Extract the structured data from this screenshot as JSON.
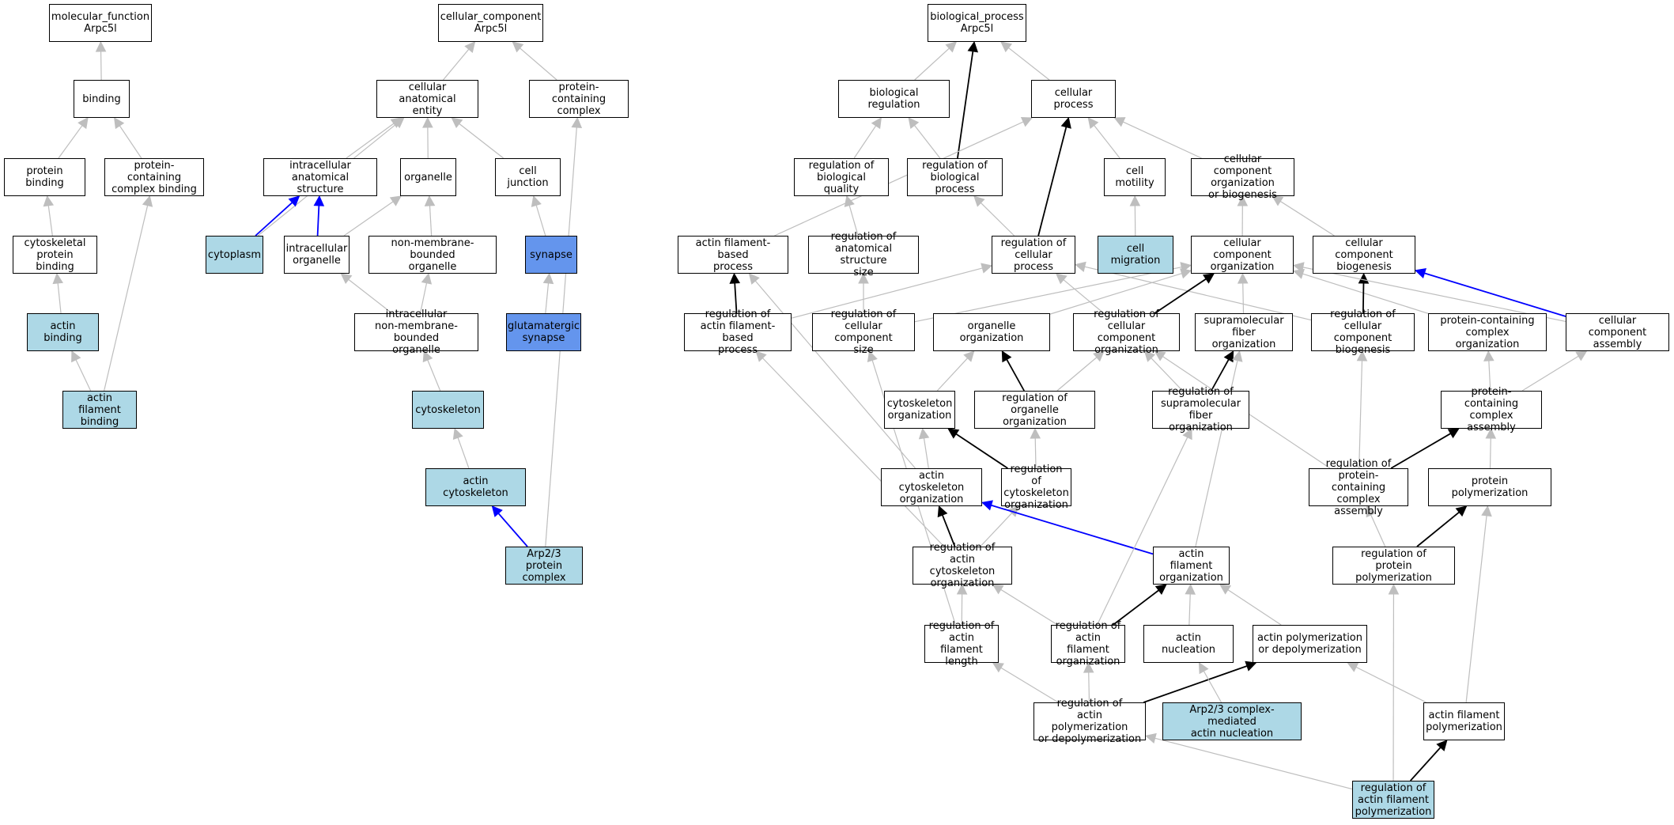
{
  "graph": {
    "colors": {
      "default_fill": "#ffffff",
      "light_fill": "#add8e6",
      "dark_fill": "#6495ed",
      "edge_gray": "#bebebe",
      "edge_black": "#000000",
      "edge_blue": "#0000ff"
    },
    "nodes": [
      {
        "id": "mf",
        "label": "molecular_function\nArpc5l",
        "fill": "white"
      },
      {
        "id": "binding",
        "label": "binding",
        "fill": "white"
      },
      {
        "id": "prot_binding",
        "label": "protein binding",
        "fill": "white"
      },
      {
        "id": "pcc_binding",
        "label": "protein-containing\ncomplex binding",
        "fill": "white"
      },
      {
        "id": "cyto_prot_binding",
        "label": "cytoskeletal\nprotein binding",
        "fill": "white"
      },
      {
        "id": "actin_binding",
        "label": "actin binding",
        "fill": "light"
      },
      {
        "id": "af_binding",
        "label": "actin filament\nbinding",
        "fill": "light"
      },
      {
        "id": "cc",
        "label": "cellular_component\nArpc5l",
        "fill": "white"
      },
      {
        "id": "cae",
        "label": "cellular anatomical\nentity",
        "fill": "white"
      },
      {
        "id": "pcc",
        "label": "protein-containing\ncomplex",
        "fill": "white"
      },
      {
        "id": "ias",
        "label": "intracellular\nanatomical structure",
        "fill": "white"
      },
      {
        "id": "organelle",
        "label": "organelle",
        "fill": "white"
      },
      {
        "id": "cell_junction",
        "label": "cell junction",
        "fill": "white"
      },
      {
        "id": "cytoplasm",
        "label": "cytoplasm",
        "fill": "light"
      },
      {
        "id": "ic_organelle",
        "label": "intracellular\norganelle",
        "fill": "white"
      },
      {
        "id": "nmb_organelle",
        "label": "non-membrane-bounded\norganelle",
        "fill": "white"
      },
      {
        "id": "synapse",
        "label": "synapse",
        "fill": "dark"
      },
      {
        "id": "ic_nmb_organelle",
        "label": "intracellular\nnon-membrane-bounded\norganelle",
        "fill": "white"
      },
      {
        "id": "glut_synapse",
        "label": "glutamatergic\nsynapse",
        "fill": "dark"
      },
      {
        "id": "cytoskeleton",
        "label": "cytoskeleton",
        "fill": "light"
      },
      {
        "id": "actin_cytoskeleton",
        "label": "actin cytoskeleton",
        "fill": "light"
      },
      {
        "id": "arp23",
        "label": "Arp2/3 protein\ncomplex",
        "fill": "light"
      },
      {
        "id": "bp",
        "label": "biological_process\nArpc5l",
        "fill": "white"
      },
      {
        "id": "bio_reg",
        "label": "biological regulation",
        "fill": "white"
      },
      {
        "id": "cell_proc",
        "label": "cellular process",
        "fill": "white"
      },
      {
        "id": "reg_bio_quality",
        "label": "regulation of\nbiological quality",
        "fill": "white"
      },
      {
        "id": "reg_bio_proc",
        "label": "regulation of\nbiological process",
        "fill": "white"
      },
      {
        "id": "cell_motility",
        "label": "cell motility",
        "fill": "white"
      },
      {
        "id": "cco_bio",
        "label": "cellular component\norganization\nor biogenesis",
        "fill": "white"
      },
      {
        "id": "afbp",
        "label": "actin filament-based\nprocess",
        "fill": "white"
      },
      {
        "id": "reg_anat_size",
        "label": "regulation of\nanatomical structure\nsize",
        "fill": "white"
      },
      {
        "id": "reg_cell_proc",
        "label": "regulation of\ncellular process",
        "fill": "white"
      },
      {
        "id": "cell_migration",
        "label": "cell migration",
        "fill": "light"
      },
      {
        "id": "cco",
        "label": "cellular component\norganization",
        "fill": "white"
      },
      {
        "id": "ccb",
        "label": "cellular component\nbiogenesis",
        "fill": "white"
      },
      {
        "id": "reg_afbp",
        "label": "regulation of\nactin filament-based\nprocess",
        "fill": "white"
      },
      {
        "id": "reg_cc_size",
        "label": "regulation of\ncellular component\nsize",
        "fill": "white"
      },
      {
        "id": "organelle_org",
        "label": "organelle organization",
        "fill": "white"
      },
      {
        "id": "reg_cco",
        "label": "regulation of\ncellular component\norganization",
        "fill": "white"
      },
      {
        "id": "supra_fiber_org",
        "label": "supramolecular\nfiber organization",
        "fill": "white"
      },
      {
        "id": "reg_ccb",
        "label": "regulation of\ncellular component\nbiogenesis",
        "fill": "white"
      },
      {
        "id": "pcc_org",
        "label": "protein-containing\ncomplex organization",
        "fill": "white"
      },
      {
        "id": "cca",
        "label": "cellular component\nassembly",
        "fill": "white"
      },
      {
        "id": "cytoskel_org",
        "label": "cytoskeleton\norganization",
        "fill": "white"
      },
      {
        "id": "reg_organelle_org",
        "label": "regulation of\norganelle organization",
        "fill": "white"
      },
      {
        "id": "reg_supra_fiber",
        "label": "regulation of\nsupramolecular\nfiber organization",
        "fill": "white"
      },
      {
        "id": "pcc_assembly",
        "label": "protein-containing\ncomplex assembly",
        "fill": "white"
      },
      {
        "id": "actin_cytoskel_org",
        "label": "actin cytoskeleton\norganization",
        "fill": "white"
      },
      {
        "id": "reg_cytoskel_org",
        "label": "regulation of\ncytoskeleton\norganization",
        "fill": "white"
      },
      {
        "id": "reg_pcc_assembly",
        "label": "regulation of\nprotein-containing\ncomplex assembly",
        "fill": "white"
      },
      {
        "id": "prot_polym",
        "label": "protein polymerization",
        "fill": "white"
      },
      {
        "id": "reg_actin_cytoskel_org",
        "label": "regulation of\nactin cytoskeleton\norganization",
        "fill": "white"
      },
      {
        "id": "af_org",
        "label": "actin filament\norganization",
        "fill": "white"
      },
      {
        "id": "reg_prot_polym",
        "label": "regulation of\nprotein polymerization",
        "fill": "white"
      },
      {
        "id": "reg_af_length",
        "label": "regulation of\nactin filament\nlength",
        "fill": "white"
      },
      {
        "id": "reg_af_org",
        "label": "regulation of\nactin filament\norganization",
        "fill": "white"
      },
      {
        "id": "actin_nucleation",
        "label": "actin nucleation",
        "fill": "white"
      },
      {
        "id": "actin_polym_depolym",
        "label": "actin polymerization\nor depolymerization",
        "fill": "white"
      },
      {
        "id": "reg_actin_polym_depolym",
        "label": "regulation of\nactin polymerization\nor depolymerization",
        "fill": "white"
      },
      {
        "id": "arp23_nucleation",
        "label": "Arp2/3 complex-mediated\nactin nucleation",
        "fill": "light"
      },
      {
        "id": "af_polym",
        "label": "actin filament\npolymerization",
        "fill": "white"
      },
      {
        "id": "reg_af_polym",
        "label": "regulation of\nactin filament\npolymerization",
        "fill": "light"
      }
    ],
    "edges": [
      {
        "from": "binding",
        "to": "mf",
        "color": "gray"
      },
      {
        "from": "prot_binding",
        "to": "binding",
        "color": "gray"
      },
      {
        "from": "pcc_binding",
        "to": "binding",
        "color": "gray"
      },
      {
        "from": "cyto_prot_binding",
        "to": "prot_binding",
        "color": "gray"
      },
      {
        "from": "actin_binding",
        "to": "cyto_prot_binding",
        "color": "gray"
      },
      {
        "from": "af_binding",
        "to": "actin_binding",
        "color": "gray"
      },
      {
        "from": "af_binding",
        "to": "pcc_binding",
        "color": "gray"
      },
      {
        "from": "cae",
        "to": "cc",
        "color": "gray"
      },
      {
        "from": "pcc",
        "to": "cc",
        "color": "gray"
      },
      {
        "from": "ias",
        "to": "cae",
        "color": "gray"
      },
      {
        "from": "organelle",
        "to": "cae",
        "color": "gray"
      },
      {
        "from": "cell_junction",
        "to": "cae",
        "color": "gray"
      },
      {
        "from": "cytoplasm",
        "to": "cae",
        "color": "gray"
      },
      {
        "from": "cytoplasm",
        "to": "ias",
        "color": "blue"
      },
      {
        "from": "ic_organelle",
        "to": "ias",
        "color": "blue"
      },
      {
        "from": "ic_organelle",
        "to": "organelle",
        "color": "gray"
      },
      {
        "from": "nmb_organelle",
        "to": "organelle",
        "color": "gray"
      },
      {
        "from": "synapse",
        "to": "cell_junction",
        "color": "gray"
      },
      {
        "from": "ic_nmb_organelle",
        "to": "ic_organelle",
        "color": "gray"
      },
      {
        "from": "ic_nmb_organelle",
        "to": "nmb_organelle",
        "color": "gray"
      },
      {
        "from": "glut_synapse",
        "to": "synapse",
        "color": "gray"
      },
      {
        "from": "cytoskeleton",
        "to": "ic_nmb_organelle",
        "color": "gray"
      },
      {
        "from": "actin_cytoskeleton",
        "to": "cytoskeleton",
        "color": "gray"
      },
      {
        "from": "arp23",
        "to": "actin_cytoskeleton",
        "color": "blue"
      },
      {
        "from": "arp23",
        "to": "pcc",
        "color": "gray"
      },
      {
        "from": "bio_reg",
        "to": "bp",
        "color": "gray"
      },
      {
        "from": "cell_proc",
        "to": "bp",
        "color": "gray"
      },
      {
        "from": "reg_bio_proc",
        "to": "bp",
        "color": "black"
      },
      {
        "from": "reg_bio_quality",
        "to": "bio_reg",
        "color": "gray"
      },
      {
        "from": "reg_bio_proc",
        "to": "bio_reg",
        "color": "gray"
      },
      {
        "from": "cell_motility",
        "to": "cell_proc",
        "color": "gray"
      },
      {
        "from": "cco_bio",
        "to": "cell_proc",
        "color": "gray"
      },
      {
        "from": "afbp",
        "to": "cell_proc",
        "color": "gray"
      },
      {
        "from": "reg_cell_proc",
        "to": "cell_proc",
        "color": "black"
      },
      {
        "from": "reg_anat_size",
        "to": "reg_bio_quality",
        "color": "gray"
      },
      {
        "from": "reg_cell_proc",
        "to": "reg_bio_proc",
        "color": "gray"
      },
      {
        "from": "cell_migration",
        "to": "cell_motility",
        "color": "gray"
      },
      {
        "from": "cco",
        "to": "cco_bio",
        "color": "gray"
      },
      {
        "from": "ccb",
        "to": "cco_bio",
        "color": "gray"
      },
      {
        "from": "reg_afbp",
        "to": "afbp",
        "color": "black"
      },
      {
        "from": "reg_afbp",
        "to": "reg_cell_proc",
        "color": "gray"
      },
      {
        "from": "reg_cc_size",
        "to": "reg_anat_size",
        "color": "gray"
      },
      {
        "from": "reg_cco",
        "to": "reg_cell_proc",
        "color": "gray"
      },
      {
        "from": "reg_ccb",
        "to": "reg_cell_proc",
        "color": "gray"
      },
      {
        "from": "reg_cc_size",
        "to": "cco",
        "color": "gray"
      },
      {
        "from": "organelle_org",
        "to": "cco",
        "color": "gray"
      },
      {
        "from": "reg_cco",
        "to": "cco",
        "color": "black"
      },
      {
        "from": "supra_fiber_org",
        "to": "cco",
        "color": "gray"
      },
      {
        "from": "pcc_org",
        "to": "cco",
        "color": "gray"
      },
      {
        "from": "reg_ccb",
        "to": "ccb",
        "color": "black"
      },
      {
        "from": "cca",
        "to": "ccb",
        "color": "blue"
      },
      {
        "from": "cca",
        "to": "cco",
        "color": "gray"
      },
      {
        "from": "cytoskel_org",
        "to": "organelle_org",
        "color": "gray"
      },
      {
        "from": "reg_organelle_org",
        "to": "organelle_org",
        "color": "black"
      },
      {
        "from": "reg_organelle_org",
        "to": "reg_cco",
        "color": "gray"
      },
      {
        "from": "reg_supra_fiber",
        "to": "reg_cco",
        "color": "gray"
      },
      {
        "from": "reg_supra_fiber",
        "to": "supra_fiber_org",
        "color": "black"
      },
      {
        "from": "pcc_assembly",
        "to": "pcc_org",
        "color": "gray"
      },
      {
        "from": "pcc_assembly",
        "to": "cca",
        "color": "gray"
      },
      {
        "from": "actin_cytoskel_org",
        "to": "cytoskel_org",
        "color": "gray"
      },
      {
        "from": "actin_cytoskel_org",
        "to": "afbp",
        "color": "gray"
      },
      {
        "from": "reg_cytoskel_org",
        "to": "cytoskel_org",
        "color": "black"
      },
      {
        "from": "reg_cytoskel_org",
        "to": "reg_organelle_org",
        "color": "gray"
      },
      {
        "from": "reg_pcc_assembly",
        "to": "pcc_assembly",
        "color": "black"
      },
      {
        "from": "reg_pcc_assembly",
        "to": "reg_ccb",
        "color": "gray"
      },
      {
        "from": "reg_pcc_assembly",
        "to": "reg_cco",
        "color": "gray"
      },
      {
        "from": "prot_polym",
        "to": "pcc_assembly",
        "color": "gray"
      },
      {
        "from": "reg_actin_cytoskel_org",
        "to": "actin_cytoskel_org",
        "color": "black"
      },
      {
        "from": "reg_actin_cytoskel_org",
        "to": "reg_cytoskel_org",
        "color": "gray"
      },
      {
        "from": "reg_actin_cytoskel_org",
        "to": "reg_afbp",
        "color": "gray"
      },
      {
        "from": "af_org",
        "to": "actin_cytoskel_org",
        "color": "blue"
      },
      {
        "from": "af_org",
        "to": "supra_fiber_org",
        "color": "gray"
      },
      {
        "from": "reg_prot_polym",
        "to": "prot_polym",
        "color": "black"
      },
      {
        "from": "reg_prot_polym",
        "to": "reg_pcc_assembly",
        "color": "gray"
      },
      {
        "from": "reg_af_length",
        "to": "reg_actin_cytoskel_org",
        "color": "gray"
      },
      {
        "from": "reg_af_length",
        "to": "reg_cc_size",
        "color": "gray"
      },
      {
        "from": "reg_af_org",
        "to": "reg_actin_cytoskel_org",
        "color": "gray"
      },
      {
        "from": "reg_af_org",
        "to": "af_org",
        "color": "black"
      },
      {
        "from": "reg_af_org",
        "to": "reg_supra_fiber",
        "color": "gray"
      },
      {
        "from": "actin_nucleation",
        "to": "af_org",
        "color": "gray"
      },
      {
        "from": "actin_polym_depolym",
        "to": "af_org",
        "color": "gray"
      },
      {
        "from": "reg_actin_polym_depolym",
        "to": "reg_af_length",
        "color": "gray"
      },
      {
        "from": "reg_actin_polym_depolym",
        "to": "reg_af_org",
        "color": "gray"
      },
      {
        "from": "reg_actin_polym_depolym",
        "to": "actin_polym_depolym",
        "color": "black"
      },
      {
        "from": "arp23_nucleation",
        "to": "actin_nucleation",
        "color": "gray"
      },
      {
        "from": "af_polym",
        "to": "actin_polym_depolym",
        "color": "gray"
      },
      {
        "from": "af_polym",
        "to": "prot_polym",
        "color": "gray"
      },
      {
        "from": "reg_af_polym",
        "to": "af_polym",
        "color": "black"
      },
      {
        "from": "reg_af_polym",
        "to": "reg_actin_polym_depolym",
        "color": "gray"
      },
      {
        "from": "reg_af_polym",
        "to": "reg_prot_polym",
        "color": "gray"
      }
    ]
  }
}
